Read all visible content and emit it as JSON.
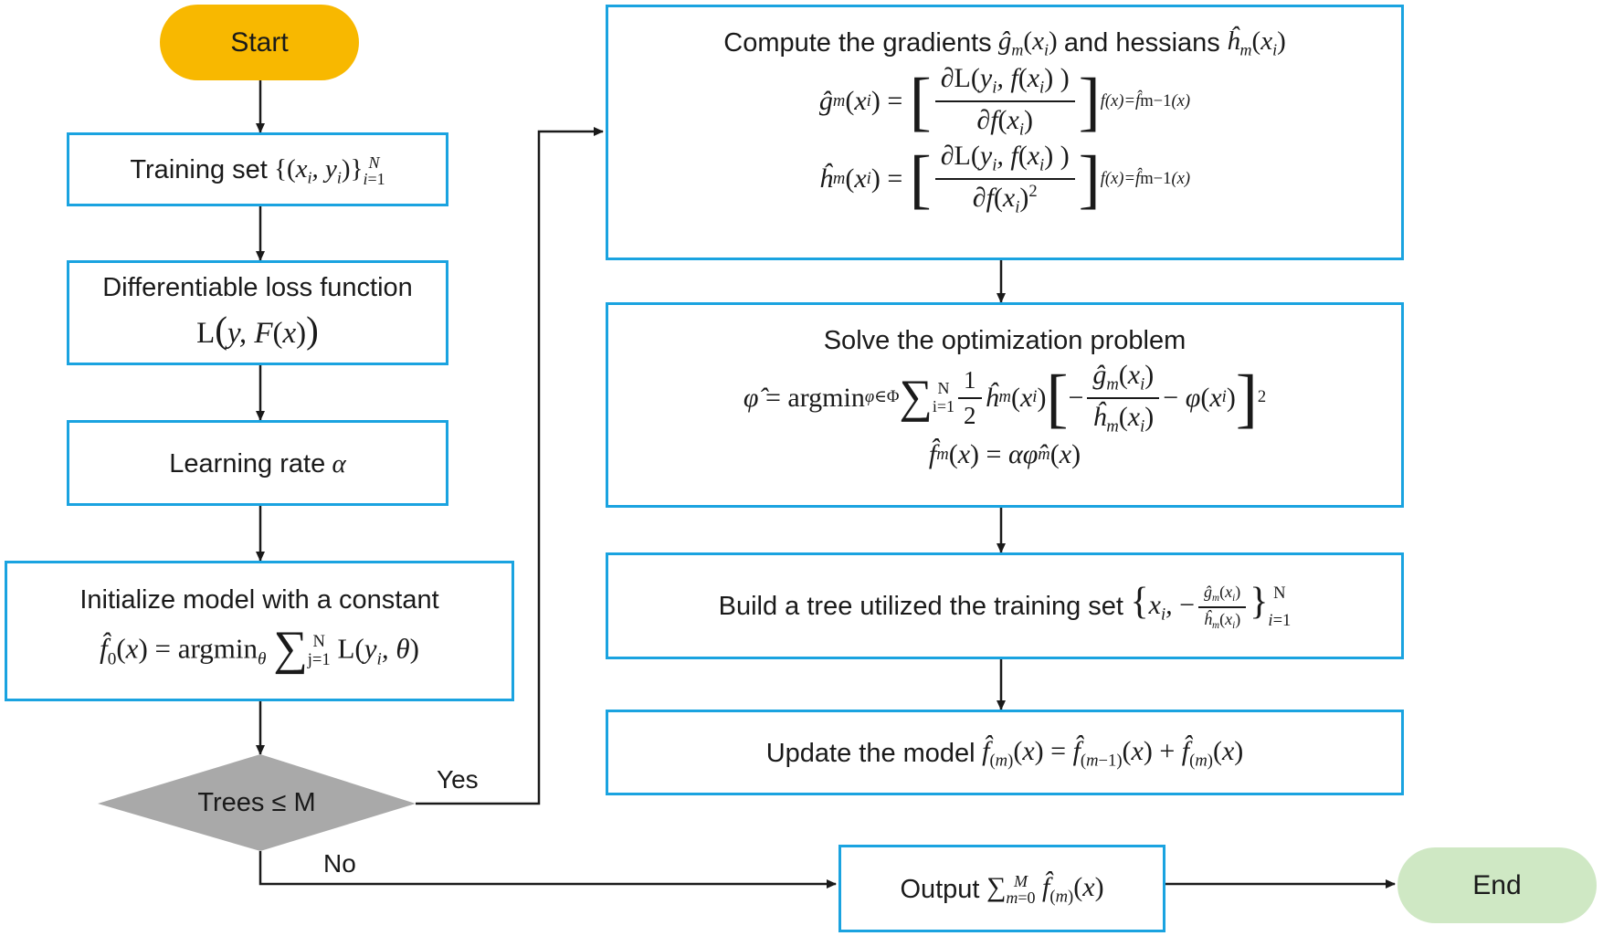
{
  "colors": {
    "box_border": "#1aa3e0",
    "start_fill": "#f8b800",
    "end_fill": "#cfe8c4",
    "decision_fill": "#a9a9a9",
    "arrow": "#1a1a1a"
  },
  "nodes": {
    "start": {
      "label": "Start"
    },
    "training": {
      "label": "Training set"
    },
    "loss": {
      "label": "Differentiable loss function"
    },
    "lr": {
      "label": "Learning rate"
    },
    "init": {
      "label": "Initialize model with a constant"
    },
    "decision": {
      "label": "Trees ≤ M"
    },
    "grad": {
      "label_a": "Compute the gradients",
      "label_b": "and hessians"
    },
    "opt": {
      "label": "Solve the optimization problem"
    },
    "tree": {
      "label": "Build a tree utilized the training set"
    },
    "update": {
      "label": "Update the model"
    },
    "output": {
      "label": "Output"
    },
    "end": {
      "label": "End"
    }
  },
  "edges": {
    "yes": "Yes",
    "no": "No"
  }
}
